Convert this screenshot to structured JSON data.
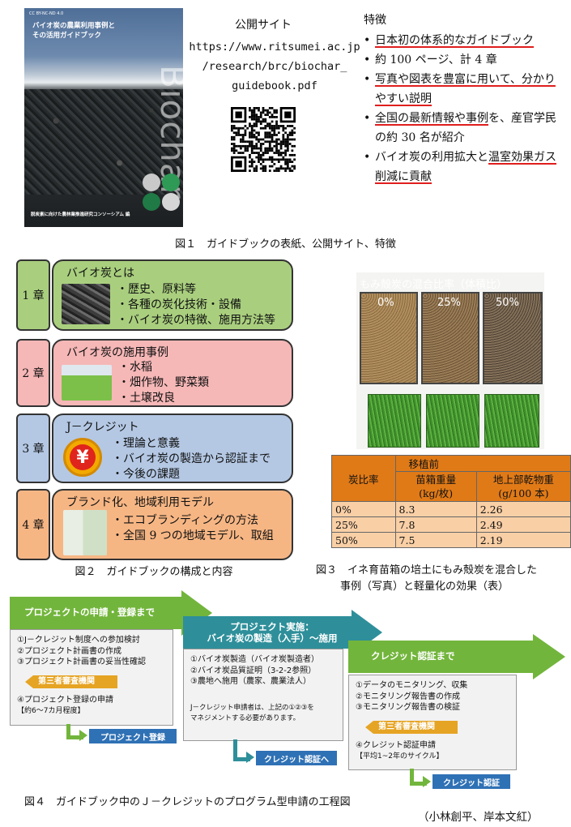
{
  "fig1": {
    "cover": {
      "license": "CC BY-NC-ND 4.0",
      "title_lines": [
        "バイオ炭の農業利用事例と",
        "その活用ガイドブック"
      ],
      "big_word": "Biochar",
      "publisher": "脱炭素に向けた農林業推進研究コンソーシアム 編",
      "colors": {
        "sky": "#5a79a2",
        "char": "#2a2e30"
      }
    },
    "publish": {
      "title": "公開サイト",
      "url_lines": [
        "https://www.ritsumei.ac.jp",
        "/research/brc/biochar_",
        "guidebook.pdf"
      ]
    },
    "features": {
      "title": "特徴",
      "bullet": "•",
      "items": [
        {
          "u": "日本初の体系的なガイドブック",
          "t": ""
        },
        {
          "u": "",
          "t": "約 100 ページ、計 4 章"
        },
        {
          "u": "写真や図表を豊富に用いて、分かりやすい説明",
          "t": ""
        },
        {
          "u": "全国の最新情報や事例",
          "t": "を、産官学民の約 30 名が紹介"
        },
        {
          "t": "バイオ炭の利用拡大と",
          "u": "温室効果ガス削減に貢献"
        }
      ]
    },
    "caption": "図１　ガイドブックの表紙、公開サイト、特徴"
  },
  "fig2": {
    "chapters": [
      {
        "label": "1 章",
        "title": "バイオ炭とは",
        "items": [
          "・歴史、原料等",
          "・各種の炭化技術・設備",
          "・バイオ炭の特徴、施用方法等"
        ],
        "color": "#a9cf7e"
      },
      {
        "label": "2 章",
        "title": "バイオ炭の施用事例",
        "items": [
          "・水稲",
          "・畑作物、野菜類",
          "・土壌改良"
        ],
        "color": "#f6b7b7"
      },
      {
        "label": "3 章",
        "title": "J－クレジット",
        "items": [
          "・理論と意義",
          "・バイオ炭の製造から認証まで",
          "・今後の課題"
        ],
        "color": "#b4c8e4",
        "icon_char": "¥"
      },
      {
        "label": "4 章",
        "title": "ブランド化、地域利用モデル",
        "items": [
          "・エコブランディングの方法",
          "・全国 9 つの地域モデル、取組"
        ],
        "color": "#f6b684"
      }
    ],
    "caption": "図２　ガイドブックの構成と内容"
  },
  "fig3": {
    "photo_caption": "もみ殻炭の混合比率（体積比）",
    "ratios": [
      "0%",
      "25%",
      "50%"
    ],
    "table": {
      "group_header": "移植前",
      "col_label": "炭比率",
      "col1": [
        "苗箱重量",
        "(kg/枚)"
      ],
      "col2": [
        "地上部乾物重",
        "(g/100 本)"
      ],
      "rows": [
        {
          "ratio": "0%",
          "weight": "8.3",
          "dry": "2.26"
        },
        {
          "ratio": "25%",
          "weight": "7.8",
          "dry": "2.49"
        },
        {
          "ratio": "50%",
          "weight": "7.5",
          "dry": "2.19"
        }
      ]
    },
    "caption_lines": [
      "図３　イネ育苗箱の培土にもみ殻炭を混合した",
      "事例（写真）と軽量化の効果（表）"
    ]
  },
  "fig4": {
    "stage1": {
      "arrow": "プロジェクトの申請・登録まで",
      "steps": [
        "①J－クレジット制度への参加検討",
        "②プロジェクト計画書の作成",
        "③プロジェクト計画書の妥当性確認"
      ],
      "third_party": "第三者審査機関",
      "step4": "④プロジェクト登録の申請",
      "duration": "【約6～7カ月程度】",
      "button": "プロジェクト登録"
    },
    "stage2": {
      "arrow_lines": [
        "プロジェクト実施：",
        "バイオ炭の製造（入手）～施用"
      ],
      "steps": [
        "①バイオ炭製造（バイオ炭製造者）",
        "②バイオ炭品質証明（3-2-2参照）",
        "③農地へ施用（農家、農業法人）"
      ],
      "note_lines": [
        "J－クレジット申請者は、上記の①②③を",
        "マネジメントする必要があります。"
      ],
      "button": "クレジット認証へ"
    },
    "stage3": {
      "arrow": "クレジット認証まで",
      "steps": [
        "①データのモニタリング、収集",
        "②モニタリング報告書の作成",
        "③モニタリング報告書の検証"
      ],
      "third_party": "第三者審査機関",
      "step4": "④クレジット認証申請",
      "cycle": "【平均1~2年のサイクル】",
      "button": "クレジット認証"
    },
    "colors": {
      "arrow1": "#72b53c",
      "arrow2": "#2e8f9a",
      "button": "#2f71b5",
      "third": "#e6a424"
    },
    "caption": "図４　ガイドブック中のＪ－クレジットのプログラム型申請の工程図"
  },
  "authors": "（小林創平、岸本文紅）"
}
